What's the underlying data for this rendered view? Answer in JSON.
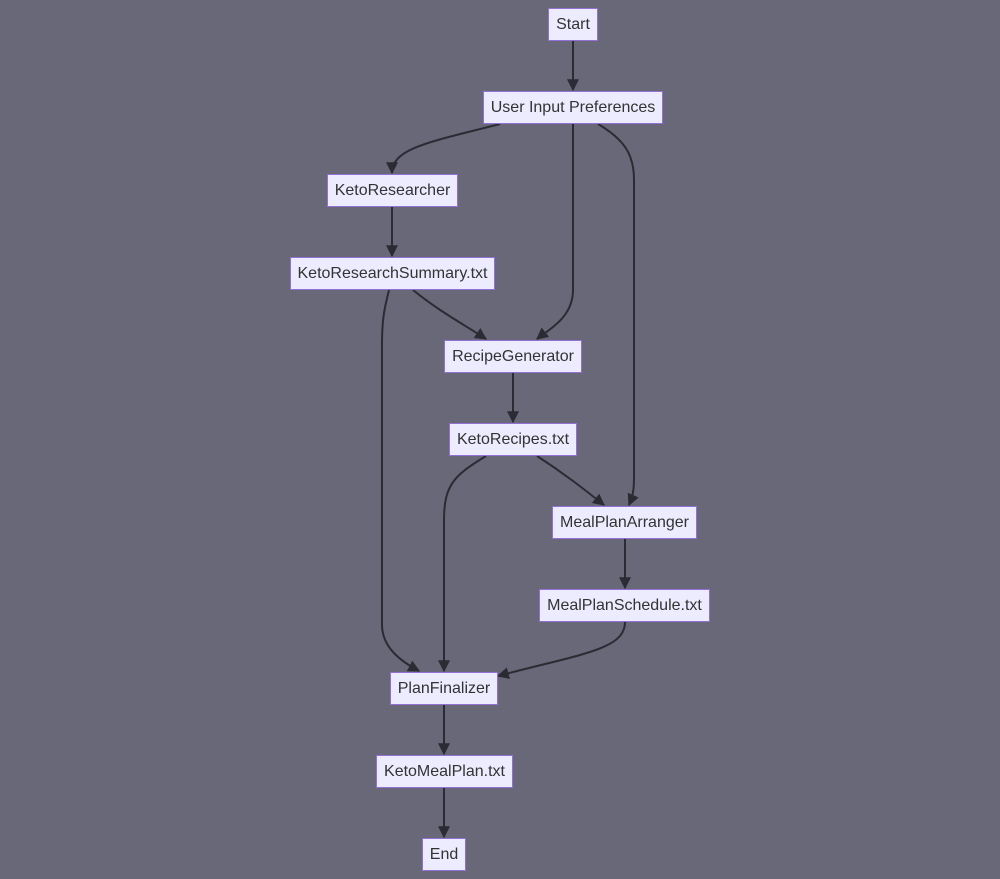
{
  "diagram": {
    "colors": {
      "background": "#686878",
      "node_fill": "#ececfe",
      "node_border": "#9270d5",
      "text": "#333333",
      "edge": "#2b2b33"
    },
    "nodes": {
      "start": "Start",
      "user_input": "User Input Preferences",
      "keto_researcher": "KetoResearcher",
      "research_summary": "KetoResearchSummary.txt",
      "recipe_generator": "RecipeGenerator",
      "keto_recipes": "KetoRecipes.txt",
      "meal_plan_arranger": "MealPlanArranger",
      "meal_plan_schedule": "MealPlanSchedule.txt",
      "plan_finalizer": "PlanFinalizer",
      "keto_meal_plan": "KetoMealPlan.txt",
      "end": "End"
    },
    "edges": [
      {
        "from": "start",
        "to": "user_input"
      },
      {
        "from": "user_input",
        "to": "keto_researcher"
      },
      {
        "from": "user_input",
        "to": "recipe_generator"
      },
      {
        "from": "user_input",
        "to": "meal_plan_arranger"
      },
      {
        "from": "keto_researcher",
        "to": "research_summary"
      },
      {
        "from": "research_summary",
        "to": "recipe_generator"
      },
      {
        "from": "research_summary",
        "to": "plan_finalizer"
      },
      {
        "from": "recipe_generator",
        "to": "keto_recipes"
      },
      {
        "from": "keto_recipes",
        "to": "meal_plan_arranger"
      },
      {
        "from": "keto_recipes",
        "to": "plan_finalizer"
      },
      {
        "from": "meal_plan_arranger",
        "to": "meal_plan_schedule"
      },
      {
        "from": "meal_plan_schedule",
        "to": "plan_finalizer"
      },
      {
        "from": "plan_finalizer",
        "to": "keto_meal_plan"
      },
      {
        "from": "keto_meal_plan",
        "to": "end"
      }
    ]
  }
}
